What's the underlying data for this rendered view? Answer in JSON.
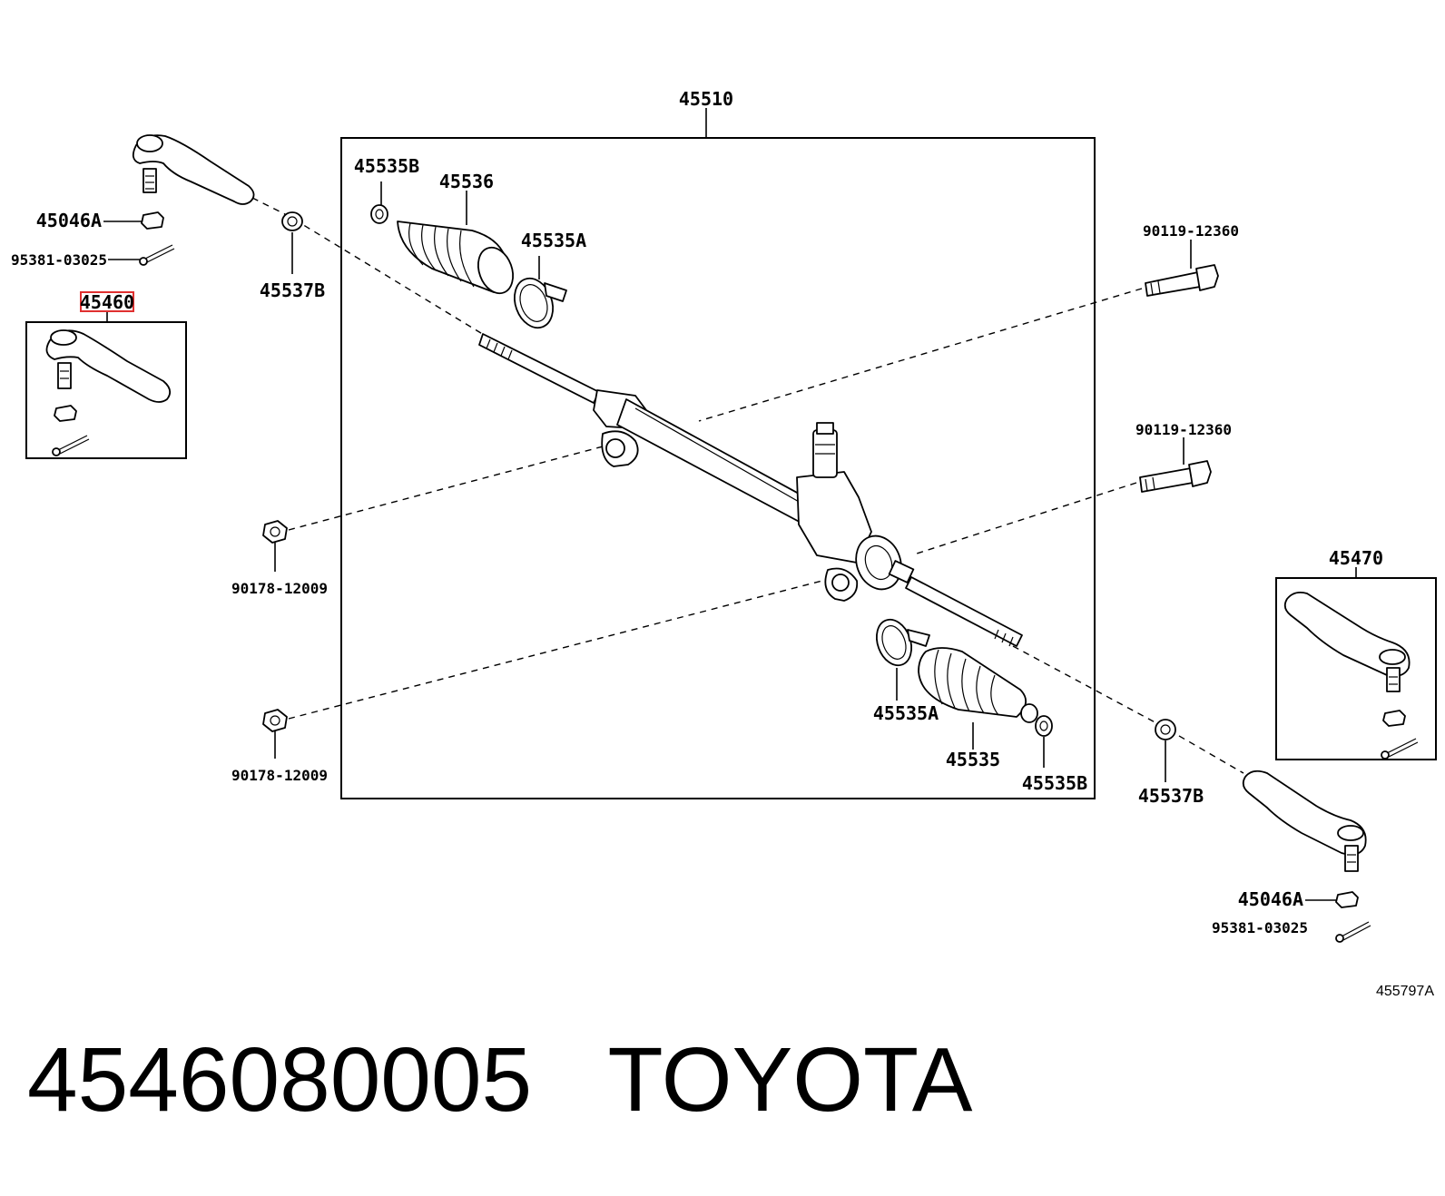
{
  "labels": {
    "assembly": "45510",
    "clip_b_top": "45535B",
    "boot_top": "45536",
    "clamp_a_top": "45535A",
    "nut_left": "45046A",
    "pin_left": "95381-03025",
    "highlight_part": "45460",
    "ring_left": "45537B",
    "bolt_top": "90119-12360",
    "bolt_mid": "90119-12360",
    "nut_mount_upper": "90178-12009",
    "nut_mount_lower": "90178-12009",
    "tie_rod_end_right": "45470",
    "clamp_a_bottom": "45535A",
    "boot_bottom": "45535",
    "clip_b_bottom": "45535B",
    "ring_right": "45537B",
    "nut_right": "45046A",
    "pin_right": "95381-03025",
    "diagram_code": "455797A"
  },
  "footer": {
    "part_number": "4546080005",
    "brand": "TOYOTA"
  }
}
